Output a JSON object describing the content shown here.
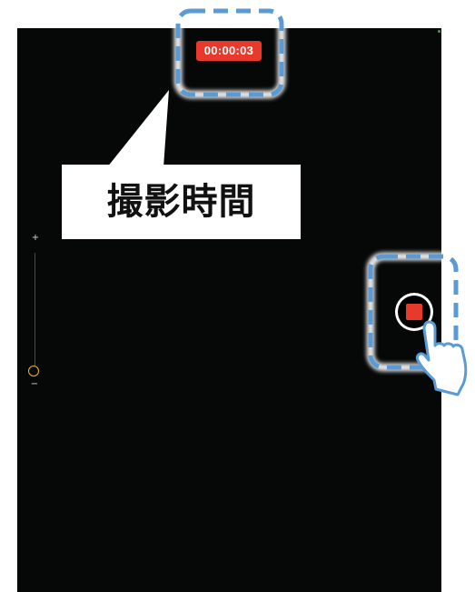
{
  "camera": {
    "timer": "00:00:03",
    "zoom_plus": "+",
    "zoom_minus": "−",
    "zoom_level": 0
  },
  "annotation": {
    "callout_text": "撮影時間"
  },
  "colors": {
    "record_red": "#e8392d",
    "annotation_blue": "#5b9bd5",
    "zoom_knob": "#e7b72e",
    "viewfinder_bg": "#060707"
  },
  "icons": {
    "record": "stop-record-icon",
    "pointer": "pointing-hand-icon"
  }
}
